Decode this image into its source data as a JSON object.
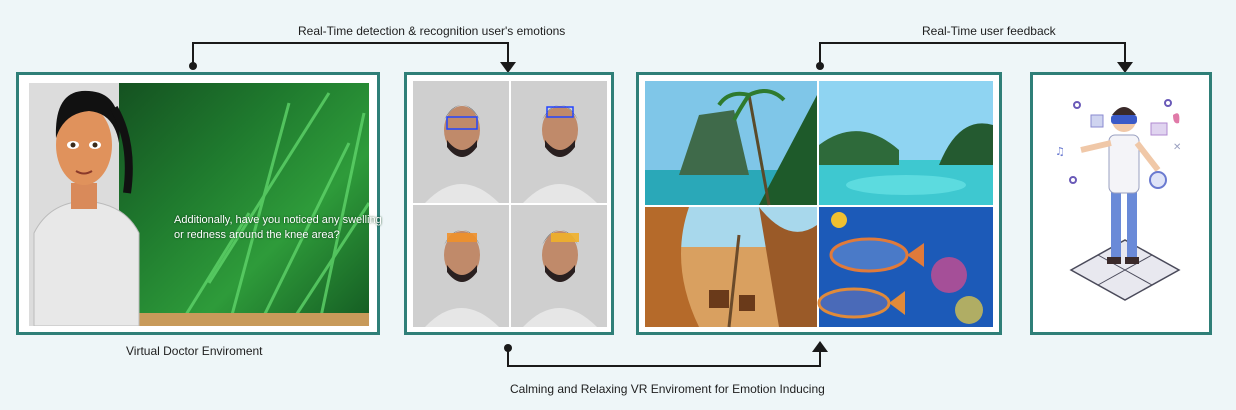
{
  "labels": {
    "top_left_arrow": "Real-Time detection & recognition user's emotions",
    "top_right_arrow": "Real-Time user feedback",
    "bottom_arrow": "Calming and Relaxing VR Enviroment for Emotion Inducing",
    "doctor_caption": "Virtual Doctor Enviroment"
  },
  "doctor_scene": {
    "speech_text": "Additionally, have you noticed any swelling or redness around the knee area?"
  },
  "colors": {
    "frame_border": "#2f7f78",
    "arrow": "#1a1a1a",
    "background": "#eef6f8"
  },
  "icons": {
    "vr_user": "vr-user-illustration-icon",
    "face_tile": "detected-face-icon"
  }
}
